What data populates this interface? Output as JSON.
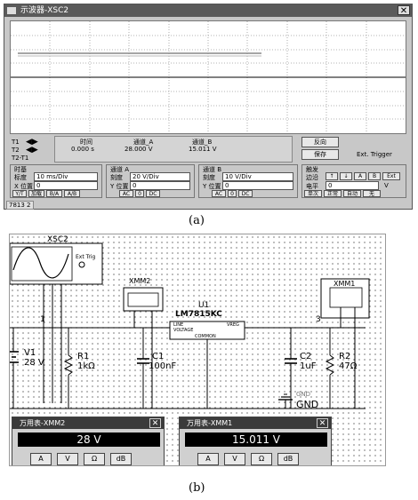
{
  "oscilloscope": {
    "title": "示波器-XSC2",
    "close": "✕",
    "cursor_rows": {
      "t1": "T1",
      "t2": "T2",
      "t2t1": "T2-T1"
    },
    "readout_headers": {
      "time": "时间",
      "channel_a": "通道_A",
      "channel_b": "通道_B"
    },
    "readout_values": {
      "time": "0.000 s",
      "channel_a": "28.000 V",
      "channel_b": "15.011 V"
    },
    "buttons": {
      "reverse": "反向",
      "save": "保存",
      "ext_trigger": "Ext. Trigger"
    },
    "timebase": {
      "title": "时基",
      "scale_label": "标度",
      "scale_value": "10 ms/Div",
      "xpos_label": "X 位置",
      "xpos_value": "0",
      "modes": [
        "Y/T",
        "加载",
        "B/A",
        "A/B"
      ]
    },
    "channel_a": {
      "title": "通道 A",
      "scale_label": "刻度",
      "scale_value": "20 V/Div",
      "ypos_label": "Y 位置",
      "ypos_value": "0",
      "modes": [
        "AC",
        "0",
        "DC"
      ]
    },
    "channel_b": {
      "title": "通道 B",
      "scale_label": "刻度",
      "scale_value": "10 V/Div",
      "ypos_label": "Y 位置",
      "ypos_value": "0",
      "modes": [
        "AC",
        "0",
        "DC"
      ]
    },
    "trigger": {
      "title": "触发",
      "edge_label": "边沿",
      "level_label": "电平",
      "level_value": "0",
      "level_unit": "V",
      "modes": [
        "单次",
        "正常",
        "自动",
        "无"
      ],
      "edge_sources": [
        "A",
        "B",
        "Ext"
      ]
    },
    "status_text": "7813 2"
  },
  "caption_a": "(a)",
  "caption_b": "(b)",
  "circuit": {
    "scope_label": "XSC2",
    "scope_ext": "Ext Trig",
    "xmm2": "XMM2",
    "xmm1": "XMM1",
    "u1": "U1",
    "u1_part": "LM7815KC",
    "u1_pin_in": "LINE",
    "u1_pin_out": "VREG",
    "u1_voltage": "VOLTAGE",
    "u1_common": "COMMON",
    "node1": "1",
    "node3": "3",
    "v1_name": "V1",
    "v1_value": "28 V",
    "r1_name": "R1",
    "r1_value": "1kΩ",
    "c1_name": "C1",
    "c1_value": "100nF",
    "c2_name": "C2",
    "c2_value": "1uF",
    "r2_name": "R2",
    "r2_value": "47Ω",
    "gnd_top": "GND",
    "gnd": "GND"
  },
  "meters": [
    {
      "title": "万用表-XMM2",
      "display": "28 V",
      "buttons": [
        "A",
        "V",
        "Ω",
        "dB"
      ],
      "close": "✕"
    },
    {
      "title": "万用表-XMM1",
      "display": "15.011 V",
      "buttons": [
        "A",
        "V",
        "Ω",
        "dB"
      ],
      "close": "✕"
    }
  ],
  "colors": {
    "window_title": "#5a5a5a",
    "panel": "#c8c8c8",
    "display_bg": "#000000"
  }
}
